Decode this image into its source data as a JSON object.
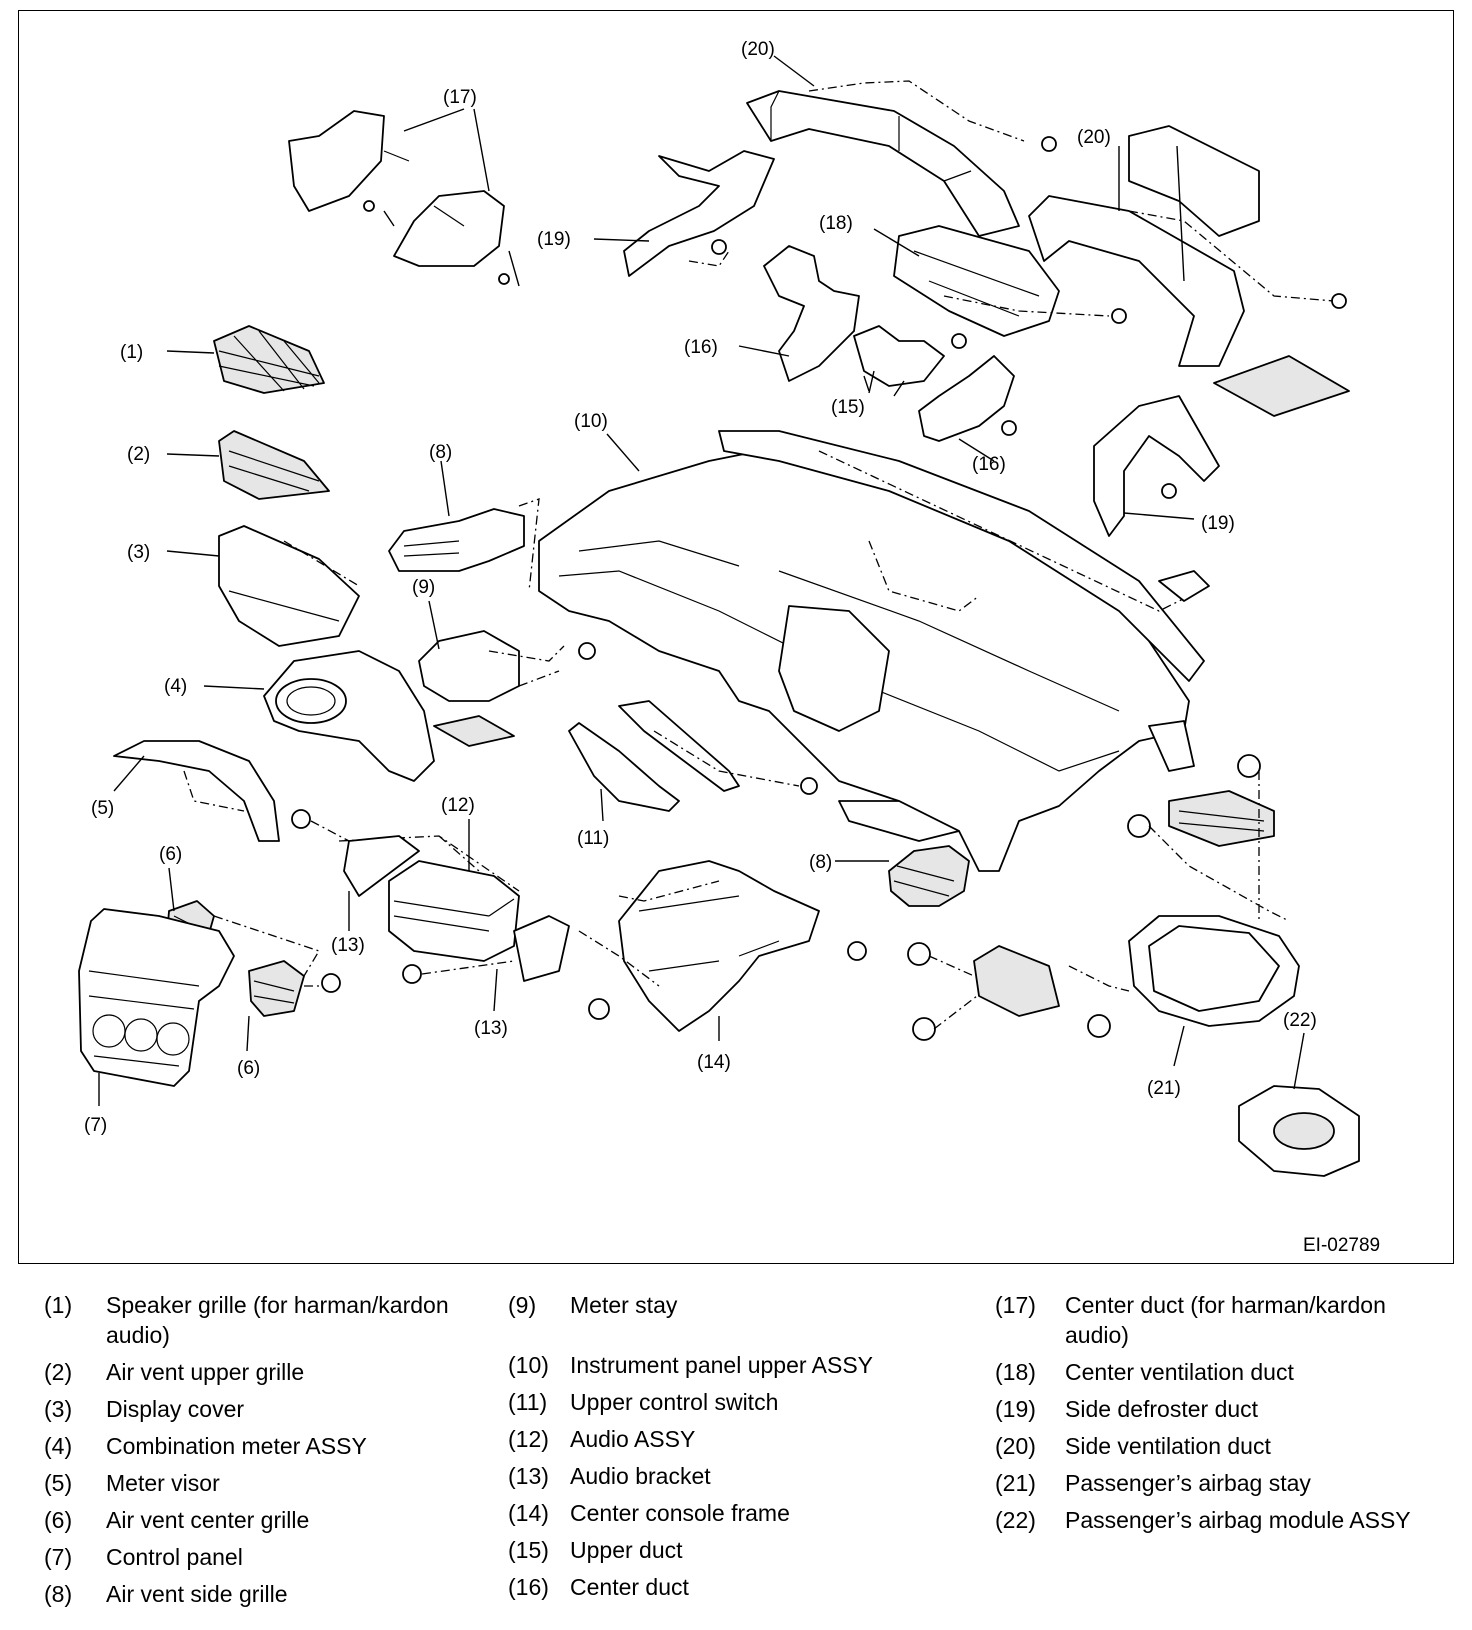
{
  "figure": {
    "id": "EI-02789",
    "callouts": {
      "c1": "(1)",
      "c2": "(2)",
      "c3": "(3)",
      "c4": "(4)",
      "c5": "(5)",
      "c6a": "(6)",
      "c6b": "(6)",
      "c7": "(7)",
      "c8a": "(8)",
      "c8b": "(8)",
      "c9": "(9)",
      "c10": "(10)",
      "c11": "(11)",
      "c12": "(12)",
      "c13a": "(13)",
      "c13b": "(13)",
      "c14": "(14)",
      "c15": "(15)",
      "c16a": "(16)",
      "c16b": "(16)",
      "c17": "(17)",
      "c18": "(18)",
      "c19a": "(19)",
      "c19b": "(19)",
      "c20a": "(20)",
      "c20b": "(20)",
      "c21": "(21)",
      "c22": "(22)"
    }
  },
  "legend": {
    "col1": [
      {
        "num": "(1)",
        "text": "Speaker grille (for harman/kardon audio)"
      },
      {
        "num": "(2)",
        "text": "Air vent upper grille"
      },
      {
        "num": "(3)",
        "text": "Display cover"
      },
      {
        "num": "(4)",
        "text": "Combination meter ASSY"
      },
      {
        "num": "(5)",
        "text": "Meter visor"
      },
      {
        "num": "(6)",
        "text": "Air vent center grille"
      },
      {
        "num": "(7)",
        "text": "Control panel"
      },
      {
        "num": "(8)",
        "text": "Air vent side grille"
      }
    ],
    "col2": [
      {
        "num": "(9)",
        "text": "Meter stay"
      },
      {
        "num": "(10)",
        "text": "Instrument panel upper ASSY"
      },
      {
        "num": "(11)",
        "text": "Upper control switch"
      },
      {
        "num": "(12)",
        "text": "Audio ASSY"
      },
      {
        "num": "(13)",
        "text": "Audio bracket"
      },
      {
        "num": "(14)",
        "text": "Center console frame"
      },
      {
        "num": "(15)",
        "text": "Upper duct"
      },
      {
        "num": "(16)",
        "text": "Center duct"
      }
    ],
    "col3": [
      {
        "num": "(17)",
        "text": "Center duct (for harman/kardon audio)"
      },
      {
        "num": "(18)",
        "text": "Center ventilation duct"
      },
      {
        "num": "(19)",
        "text": "Side defroster duct"
      },
      {
        "num": "(20)",
        "text": "Side ventilation duct"
      },
      {
        "num": "(21)",
        "text": "Passenger’s airbag stay"
      },
      {
        "num": "(22)",
        "text": "Passenger’s airbag module ASSY"
      }
    ]
  }
}
